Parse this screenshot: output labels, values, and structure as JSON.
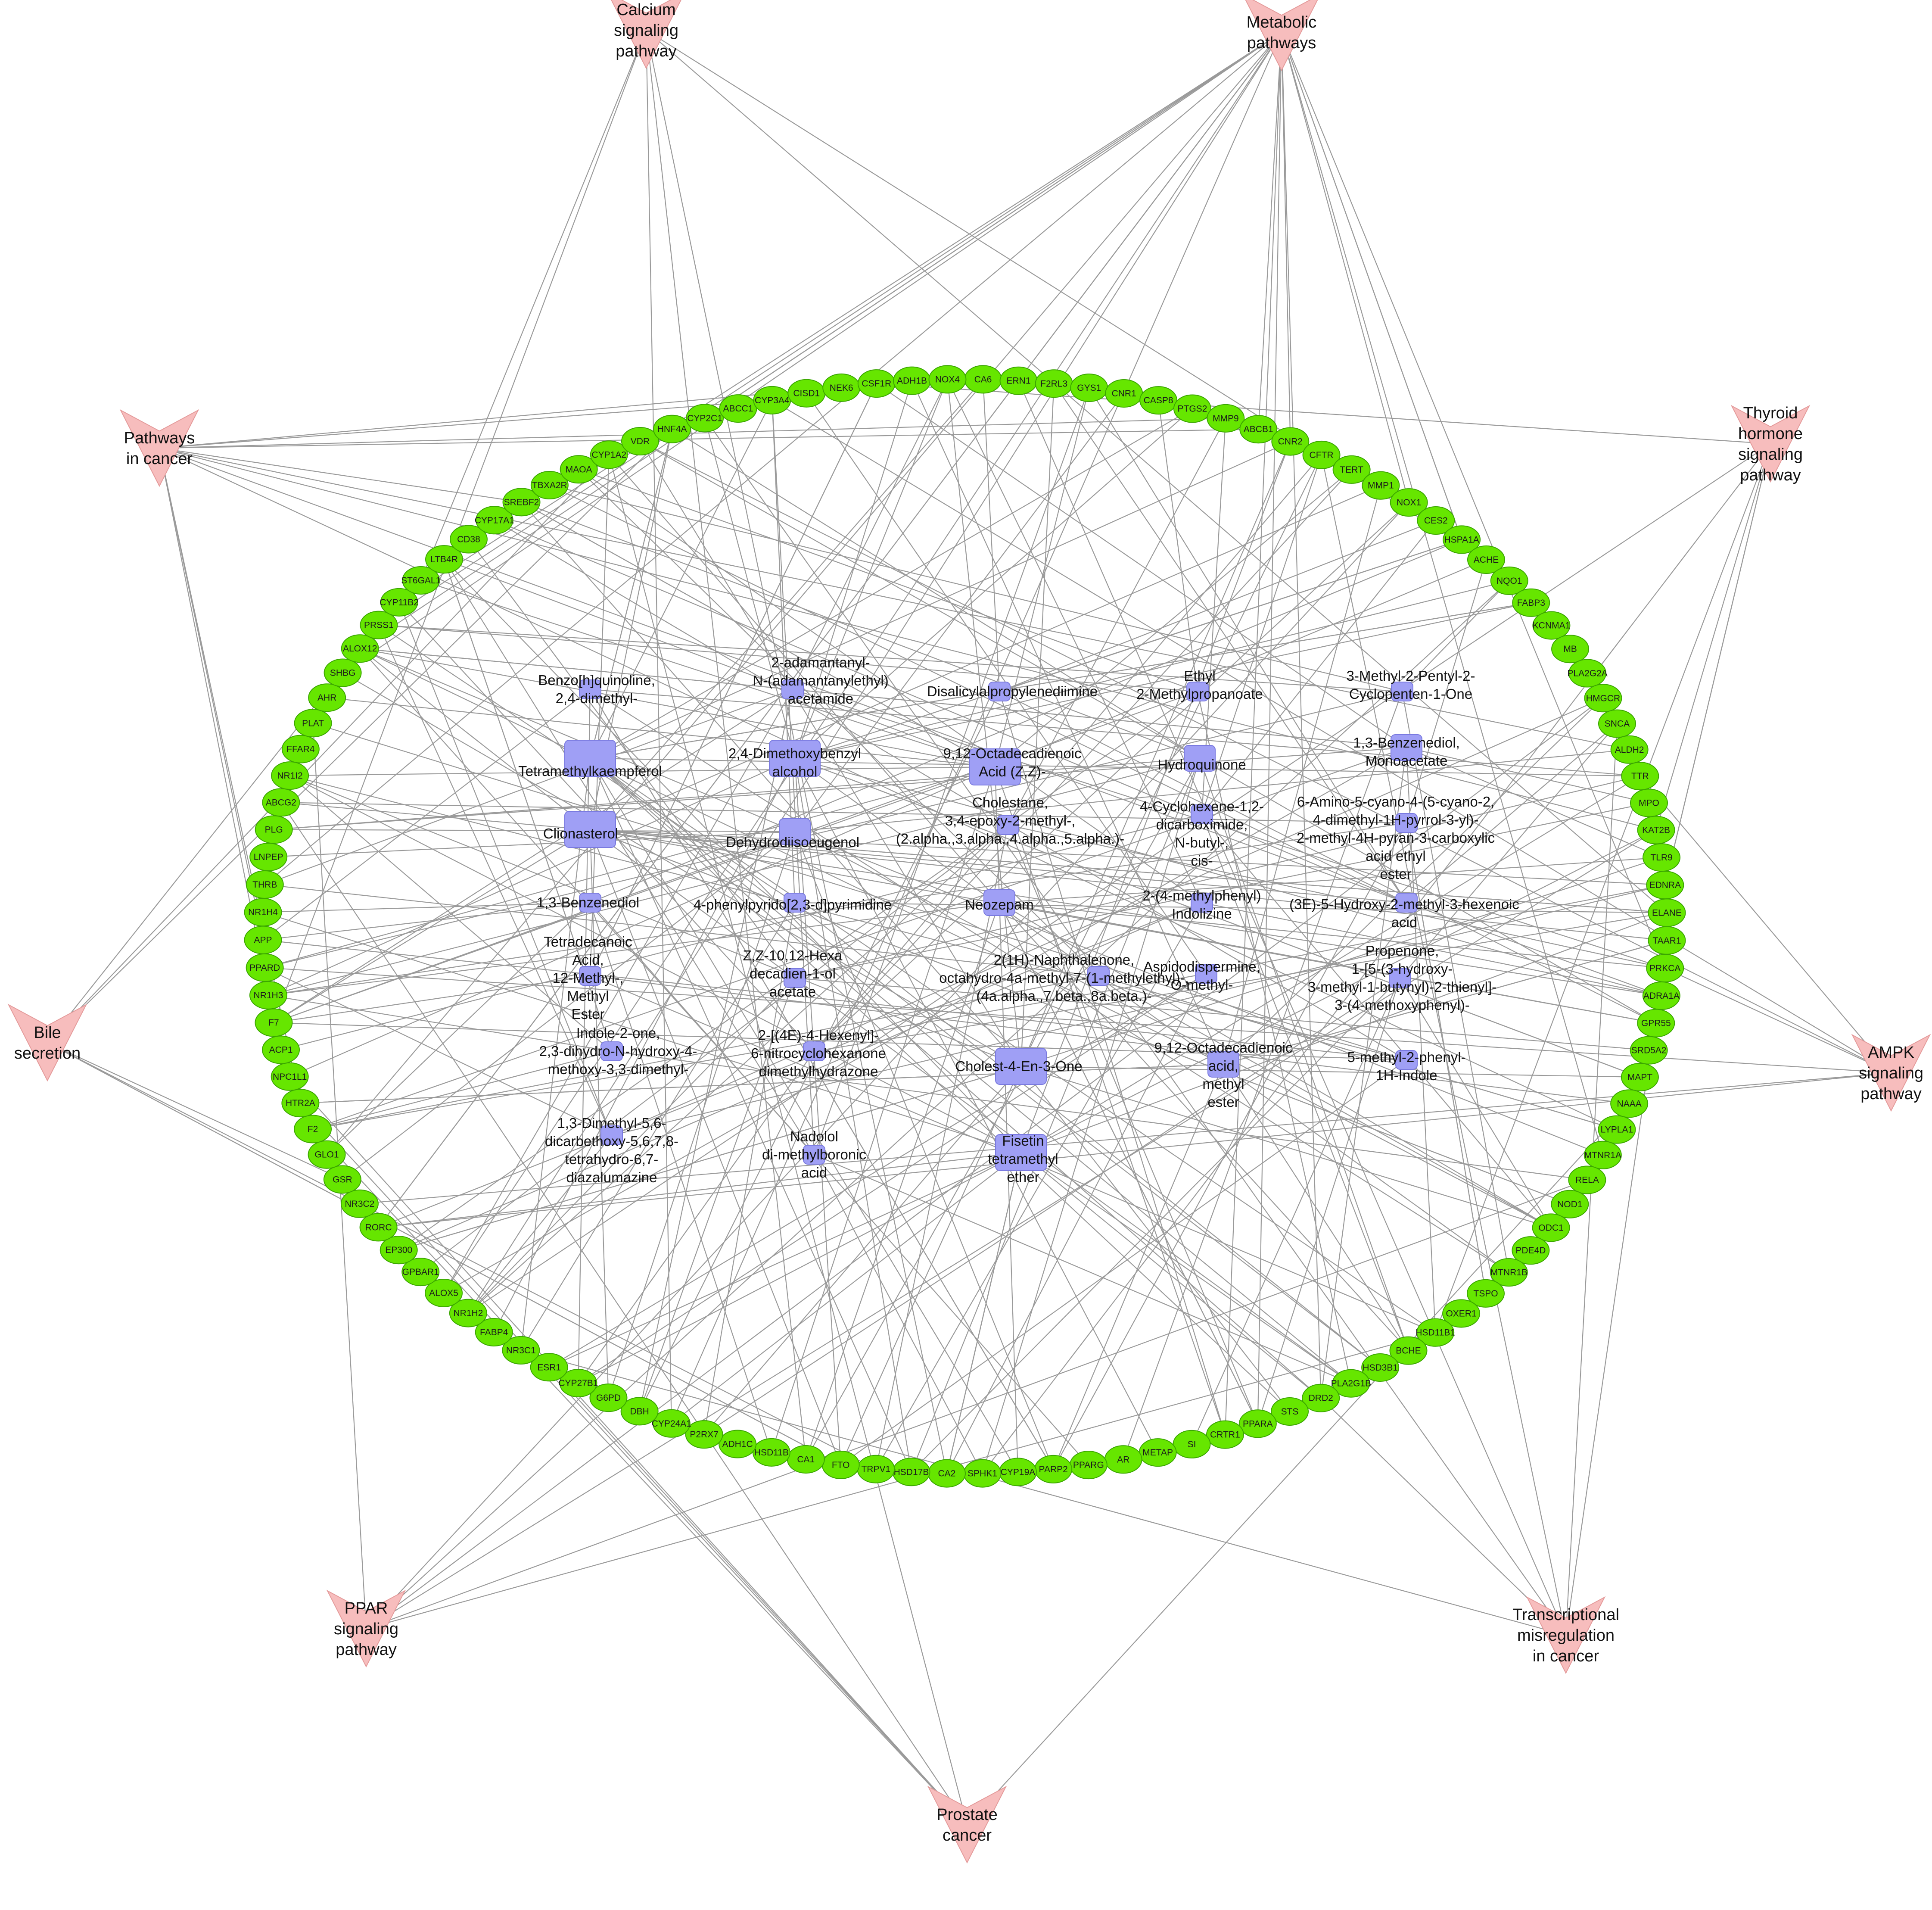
{
  "colors": {
    "target": "#66e600",
    "compound": "#9f9ff5",
    "pathway": "#f7bdbd",
    "edge": "#9a9a9a"
  },
  "pathways": [
    {
      "id": "calcium",
      "lines": [
        "Calcium",
        "signaling",
        "pathway"
      ]
    },
    {
      "id": "metabolic",
      "lines": [
        "Metabolic",
        "pathways"
      ]
    },
    {
      "id": "cancer",
      "lines": [
        "Pathways",
        "in cancer"
      ]
    },
    {
      "id": "thyroid",
      "lines": [
        "Thyroid",
        "hormone",
        "signaling",
        "pathway"
      ]
    },
    {
      "id": "bile",
      "lines": [
        "Bile",
        "secretion"
      ]
    },
    {
      "id": "ampk",
      "lines": [
        "AMPK",
        "signaling",
        "pathway"
      ]
    },
    {
      "id": "ppar",
      "lines": [
        "PPAR",
        "signaling",
        "pathway"
      ]
    },
    {
      "id": "transcriptional",
      "lines": [
        "Transcriptional",
        "misregulation",
        "in cancer"
      ]
    },
    {
      "id": "prostate",
      "lines": [
        "Prostate",
        "cancer"
      ]
    }
  ],
  "compounds": [
    {
      "id": "c1",
      "size": "s",
      "lines": [
        "Benzo[h]quinoline,",
        "2,4-dimethyl-"
      ]
    },
    {
      "id": "c2",
      "size": "s",
      "lines": [
        "2-adamantanyl-",
        "N-(adamantanylethyl)",
        "acetamide"
      ]
    },
    {
      "id": "c3",
      "size": "s",
      "lines": [
        "Disalicylalpropylenediimine"
      ]
    },
    {
      "id": "c4",
      "size": "s",
      "lines": [
        "Ethyl",
        "2-Methylpropanoate"
      ]
    },
    {
      "id": "c5",
      "size": "s",
      "lines": [
        "3-Methyl-2-Pentyl-2-",
        "Cyclopenten-1-One"
      ]
    },
    {
      "id": "c6",
      "size": "l",
      "lines": [
        "Tetramethylkaempferol"
      ]
    },
    {
      "id": "c7",
      "size": "l",
      "lines": [
        "2,4-Dimethoxybenzyl",
        "alcohol"
      ]
    },
    {
      "id": "c8",
      "size": "l",
      "lines": [
        "9,12-Octadecadienoic",
        "Acid (Z,Z)-"
      ]
    },
    {
      "id": "c9",
      "size": "m",
      "lines": [
        "Hydroquinone"
      ]
    },
    {
      "id": "c10",
      "size": "m",
      "lines": [
        "1,3-Benzenediol,",
        "Monoacetate"
      ]
    },
    {
      "id": "c11",
      "size": "l",
      "lines": [
        "Clionasterol"
      ]
    },
    {
      "id": "c12",
      "size": "m",
      "lines": [
        "Dehydrodiisoeugenol"
      ]
    },
    {
      "id": "c13",
      "size": "s",
      "lines": [
        "Cholestane,",
        "3,4-epoxy-2-methyl-,",
        "(2.alpha.,3.alpha.,4.alpha.,5.alpha.)-"
      ]
    },
    {
      "id": "c14",
      "size": "s",
      "lines": [
        "4-Cyclohexene-1,2-",
        "dicarboximide,",
        "N-butyl-,",
        "cis-"
      ]
    },
    {
      "id": "c15",
      "size": "s",
      "lines": [
        "6-Amino-5-cyano-4-(5-cyano-2,",
        "4-dimethyl-1H-pyrrol-3-yl)-",
        "2-methyl-4H-pyran-3-carboxylic",
        "acid ethyl",
        "ester"
      ]
    },
    {
      "id": "c16",
      "size": "s",
      "lines": [
        "1,3-Benzenediol"
      ]
    },
    {
      "id": "c17",
      "size": "s",
      "lines": [
        "4-phenylpyrido[2,3-d]pyrimidine"
      ]
    },
    {
      "id": "c18",
      "size": "m",
      "lines": [
        "Neozepam"
      ]
    },
    {
      "id": "c19",
      "size": "s",
      "lines": [
        "2-(4-methylphenyl)",
        "Indolizine"
      ]
    },
    {
      "id": "c20",
      "size": "s",
      "lines": [
        "(3E)-5-Hydroxy-2-methyl-3-hexenoic",
        "acid"
      ]
    },
    {
      "id": "c21",
      "size": "s",
      "lines": [
        "Tetradecanoic",
        "Acid,",
        "12-Methyl-,",
        "Methyl",
        "Ester"
      ]
    },
    {
      "id": "c22",
      "size": "s",
      "lines": [
        "Z,Z-10,12-Hexa",
        "decadien-1-ol",
        "acetate"
      ]
    },
    {
      "id": "c23",
      "size": "s",
      "lines": [
        "2(1H)-Naphthalenone,",
        "octahydro-4a-methyl-7-(1-methylethyl)-,",
        "(4a.alpha.,7.beta.,8a.beta.)-"
      ]
    },
    {
      "id": "c24",
      "size": "s",
      "lines": [
        "Aspidodispermine,",
        "O-methyl-"
      ]
    },
    {
      "id": "c25",
      "size": "s",
      "lines": [
        "Propenone,",
        "1-[5-(3-hydroxy-",
        "3-methyl-1-butynyl)-2-thienyl]-",
        "3-(4-methoxyphenyl)-"
      ]
    },
    {
      "id": "c26",
      "size": "s",
      "lines": [
        "Indole-2-one,",
        "2,3-dihydro-N-hydroxy-4-",
        "methoxy-3,3-dimethyl-"
      ]
    },
    {
      "id": "c27",
      "size": "s",
      "lines": [
        "2-[(4E)-4-Hexenyl]-",
        "6-nitrocyclohexanone",
        "dimethylhydrazone"
      ]
    },
    {
      "id": "c28",
      "size": "l",
      "lines": [
        "Cholest-4-En-3-One"
      ]
    },
    {
      "id": "c29",
      "size": "m",
      "lines": [
        "9,12-Octadecadienoic",
        "acid,",
        "methyl",
        "ester"
      ]
    },
    {
      "id": "c30",
      "size": "s",
      "lines": [
        "5-methyl-2-phenyl-",
        "1H-Indole"
      ]
    },
    {
      "id": "c31",
      "size": "s",
      "lines": [
        "1,3-Dimethyl-5,6-",
        "dicarbethoxy-5,6,7,8-",
        "tetrahydro-6,7-",
        "diazalumazine"
      ]
    },
    {
      "id": "c32",
      "size": "s",
      "lines": [
        "Nadolol",
        "di-methylboronic",
        "acid"
      ]
    },
    {
      "id": "c33",
      "size": "l",
      "lines": [
        "Fisetin",
        "tetramethyl",
        "ether"
      ]
    }
  ],
  "targets": [
    "CA6",
    "ERN1",
    "F2RL3",
    "GYS1",
    "CNR1",
    "CASP8",
    "PTGS2",
    "MMP9",
    "ABCB1",
    "CNR2",
    "CFTR",
    "TERT",
    "MMP1",
    "NOX1",
    "CES2",
    "HSPA1A",
    "ACHE",
    "NQO1",
    "FABP3",
    "KCNMA1",
    "MB",
    "PLA2G2A",
    "HMGCR",
    "SNCA",
    "ALDH2",
    "TTR",
    "MPO",
    "KAT2B",
    "TLR9",
    "EDNRA",
    "ELANE",
    "TAAR1",
    "PRKCA",
    "ADRA1A",
    "GPR55",
    "SRD5A2",
    "MAPT",
    "NAAA",
    "LYPLA1",
    "MTNR1A",
    "RELA",
    "NOD1",
    "ODC1",
    "PDE4D",
    "MTNR1B",
    "TSPO",
    "OXER1",
    "HSD11B1",
    "BCHE",
    "HSD3B1",
    "PLA2G1B",
    "DRD2",
    "STS",
    "PPARA",
    "CRTR1",
    "SI",
    "METAP",
    "AR",
    "PPARG",
    "PARP2",
    "CYP19A",
    "SPHK1",
    "CA2",
    "HSD17B",
    "TRPV1",
    "FTO",
    "CA1",
    "HSD11B",
    "ADH1C",
    "P2RX7",
    "CYP24A1",
    "DBH",
    "G6PD",
    "CYP27B1",
    "ESR1",
    "NR3C1",
    "FABP4",
    "NR1H2",
    "ALOX5",
    "GPBAR1",
    "EP300",
    "RORC",
    "NR3C2",
    "GSR",
    "GLO1",
    "F2",
    "HTR2A",
    "NPC1L1",
    "ACP1",
    "F7",
    "NR1H3",
    "PPARD",
    "APP",
    "NR1H4",
    "THRB",
    "LNPEP",
    "PLG",
    "ABCG2",
    "NR1I2",
    "FFAR4",
    "PLAT",
    "AHR",
    "SHBG",
    "ALOX12",
    "PRSS1",
    "CYP11B2",
    "ST6GAL1",
    "LTB4R",
    "CD38",
    "CYP17A1",
    "SREBF2",
    "TBXA2R",
    "MAOA",
    "CYP1A2",
    "VDR",
    "HNF4A",
    "CYP2C1",
    "ABCC1",
    "CYP3A4",
    "CISD1",
    "NEK6",
    "CSF1R",
    "ADH1B",
    "NOX4"
  ]
}
